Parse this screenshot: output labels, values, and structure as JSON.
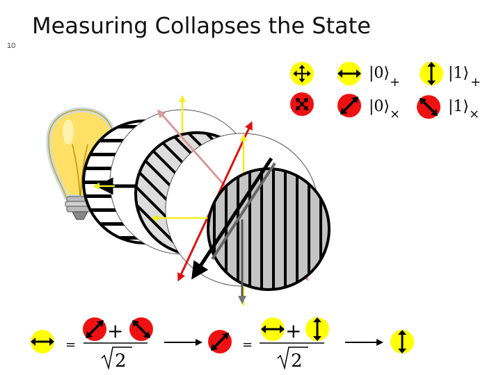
{
  "slide": {
    "number": "10",
    "title": "Measuring Collapses the State"
  },
  "legend": {
    "rect_zero": "|0⟩",
    "rect_zero_sub": "+",
    "rect_one": "|1⟩",
    "rect_one_sub": "+",
    "diag_zero": "|0⟩",
    "diag_zero_sub": "×",
    "diag_one": "|1⟩",
    "diag_one_sub": "×"
  },
  "equations": {
    "eq1_equals": "=",
    "eq1_plus": "+",
    "eq1_radicand": "2",
    "eq2_equals": "=",
    "eq2_plus": "+",
    "eq2_radicand": "2"
  },
  "colors": {
    "rectilinear_basis": "#ffff00",
    "diagonal_basis": "#ee1111",
    "photon_arrow": "#000000",
    "bulb": "#ffe066",
    "filter_fill": "#cccccc"
  },
  "icons": [
    "plus-cross-icon",
    "x-cross-icon",
    "horizontal-arrow-icon",
    "vertical-arrow-icon",
    "diagonal-up-arrow-icon",
    "diagonal-down-arrow-icon",
    "light-bulb-icon",
    "polarizing-filter-icon"
  ]
}
